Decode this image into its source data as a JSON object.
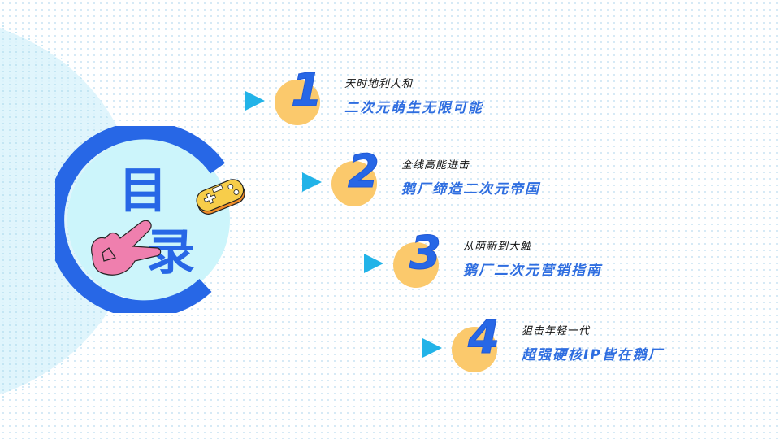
{
  "slide": {
    "title_chars": [
      "目",
      "录"
    ],
    "colors": {
      "primary_blue": "#2767e6",
      "light_cyan": "#ccf5fb",
      "accent_orange": "#fbc96c",
      "hand_pink": "#ef7fae",
      "controller_yellow": "#f7cd4a"
    }
  },
  "toc": {
    "items": [
      {
        "number": "1",
        "subtitle": "天时地利人和",
        "title": "二次元萌生无限可能"
      },
      {
        "number": "2",
        "subtitle": "全线高能进击",
        "title": "鹅厂缔造二次元帝国"
      },
      {
        "number": "3",
        "subtitle": "从萌新到大触",
        "title": "鹅厂二次元营销指南"
      },
      {
        "number": "4",
        "subtitle": "狙击年轻一代",
        "title": "超强硬核IP皆在鹅厂"
      }
    ]
  }
}
